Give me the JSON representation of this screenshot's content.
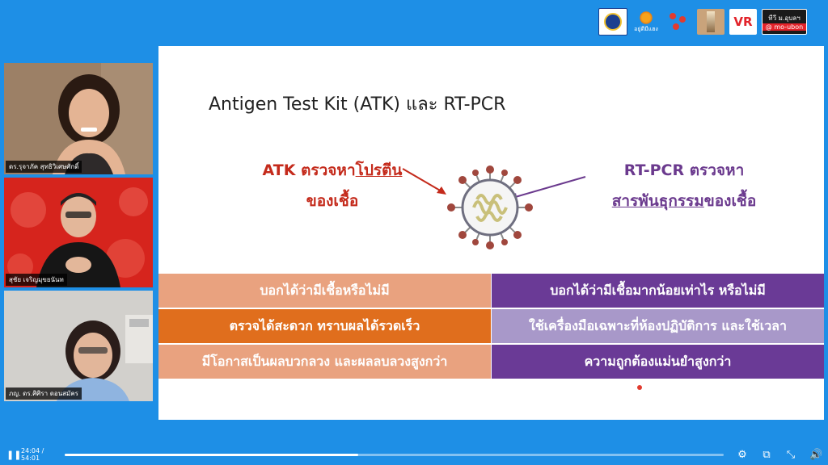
{
  "slide": {
    "title": "Antigen Test Kit (ATK) และ RT-PCR",
    "atk_line1_prefix": "ATK ตรวจหา",
    "atk_line1_underlined": "โปรตีน",
    "atk_line2": "ของเชื้อ",
    "pcr_line1": "RT-PCR ตรวจหา",
    "pcr_line2_underlined": "สารพันธุกรรม",
    "pcr_line2_suffix": "ของเชื้อ",
    "rows": [
      {
        "left": "บอกได้ว่ามีเชื้อหรือไม่มี",
        "right": "บอกได้ว่ามีเชื้อมากน้อยเท่าไร หรือไม่มี"
      },
      {
        "left": "ตรวจได้สะดวก ทราบผลได้รวดเร็ว",
        "right": "ใช้เครื่องมือเฉพาะที่ห้องปฏิบัติการ และใช้เวลา"
      },
      {
        "left": "มีโอกาสเป็นผลบวกลวง และผลลบลวงสูงกว่า",
        "right": "ความถูกต้องแม่นยำสูงกว่า"
      }
    ],
    "colors": {
      "left_rows": [
        "#e9a27f",
        "#e06e1d",
        "#e9a27f"
      ],
      "right_rows": [
        "#6a3a96",
        "#a898c9",
        "#6a3a96"
      ],
      "atk_text": "#c42a1b",
      "pcr_text": "#6b3a8e"
    }
  },
  "participants": [
    {
      "name": "ดร.รุจาภัค สุทธิวิเศษศักดิ์"
    },
    {
      "name": "สุชัย เจริญมุขยนันท"
    },
    {
      "name": "ภญ. ดร.ศิศิรา ดอนสมัคร"
    }
  ],
  "logos": {
    "l2_caption": "อยู่ดีมีแฮง",
    "l5_text": "VR",
    "l6_top": "ทีวี ม.อุบลฯ",
    "l6_bottom": "@ mo-ubon"
  },
  "player": {
    "time": "24:04 / 54:01",
    "progress": 0.445,
    "icons": [
      "pause-icon",
      "settings-icon",
      "pip-icon",
      "fullscreen-icon",
      "volume-icon"
    ]
  },
  "background_color": "#1e8fe6"
}
